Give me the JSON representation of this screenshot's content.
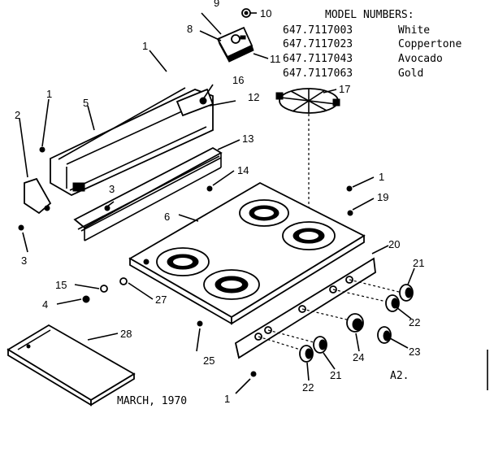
{
  "header": {
    "title": "MODEL NUMBERS:",
    "models": [
      {
        "number": "647.7117003",
        "color": "White"
      },
      {
        "number": "647.7117023",
        "color": "Coppertone"
      },
      {
        "number": "647.7117043",
        "color": "Avocado"
      },
      {
        "number": "647.7117063",
        "color": "Gold"
      }
    ]
  },
  "callouts": {
    "c1a": "1",
    "c1b": "1",
    "c1c": "1",
    "c1d": "1",
    "c2": "2",
    "c3a": "3",
    "c3b": "3",
    "c4": "4",
    "c5": "5",
    "c6": "6",
    "c8": "8",
    "c9": "9",
    "c10": "10",
    "c11": "11",
    "c12": "12",
    "c13": "13",
    "c14": "14",
    "c15": "15",
    "c16": "16",
    "c17": "17",
    "c19": "19",
    "c20": "20",
    "c21a": "21",
    "c21b": "21",
    "c22a": "22",
    "c22b": "22",
    "c23": "23",
    "c24": "24",
    "c25": "25",
    "c27": "27",
    "c28": "28"
  },
  "footer": {
    "date": "MARCH, 1970",
    "page_code": "A2."
  }
}
